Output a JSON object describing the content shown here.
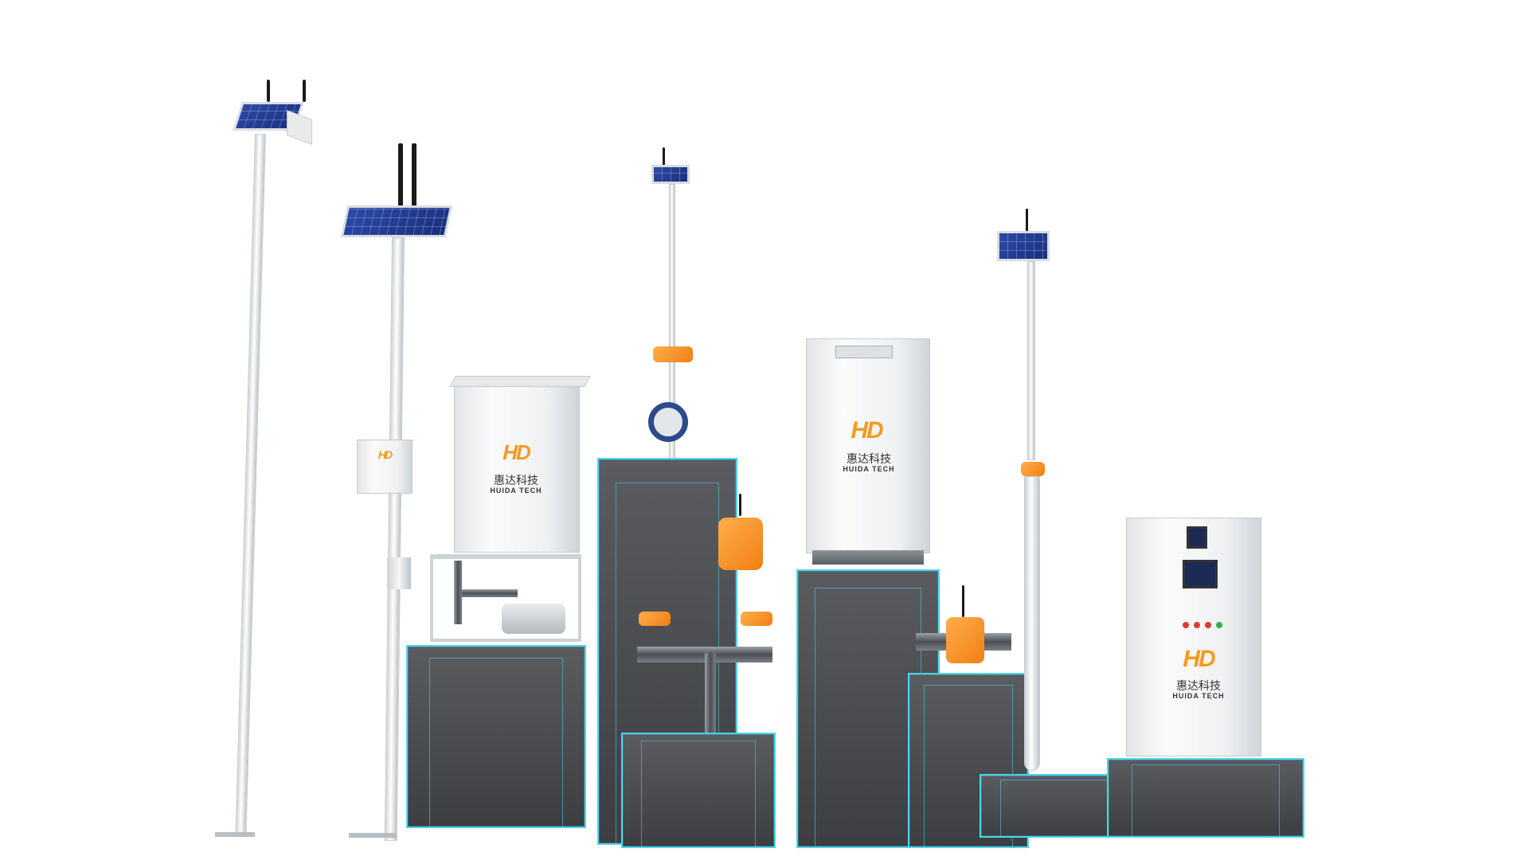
{
  "logos": {
    "mark": "HD",
    "cn": "惠达科技",
    "en": "HUIDA TECH"
  },
  "colors": {
    "accent_outline": "#49d6f0",
    "brand_orange": "#f39a1f",
    "solar_blue": "#23399a"
  },
  "icons": [
    "solar-panel-icon",
    "antenna-icon",
    "butterfly-valve-icon",
    "status-lamp-icon"
  ]
}
